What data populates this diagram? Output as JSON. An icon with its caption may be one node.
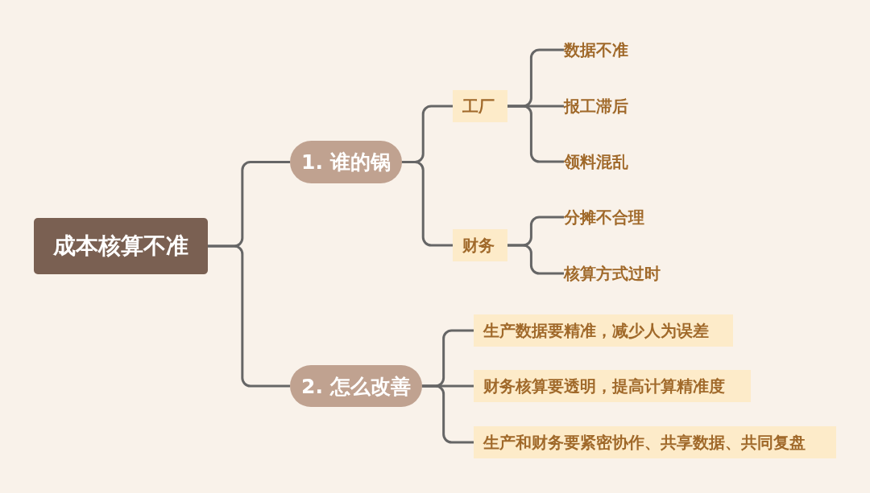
{
  "diagram": {
    "nodes": [
      {
        "text": [
          "成本核算不准"
        ]
      },
      {
        "text": [
          "1. 谁的锅"
        ]
      },
      {
        "text": [
          "工厂"
        ]
      },
      {
        "text": [
          "数据不准"
        ]
      },
      {
        "text": [
          "报工滞后"
        ]
      },
      {
        "text": [
          "领料混乱"
        ]
      },
      {
        "text": [
          "财务"
        ]
      },
      {
        "text": [
          "分摊不合理"
        ]
      },
      {
        "text": [
          "核算方式过时"
        ]
      },
      {
        "text": [
          "2. 怎么改善"
        ]
      },
      {
        "text": [
          "生产数据要精准，减少人为误差"
        ]
      },
      {
        "text": [
          "财务核算要透明，提高计算精准度"
        ]
      },
      {
        "text": [
          "生产和财务要紧密协作、共享数据、共同复盘"
        ]
      }
    ],
    "edges": [
      {
        "from": 0,
        "to": 1,
        "arrow": "none"
      },
      {
        "from": 0,
        "to": 9,
        "arrow": "none"
      },
      {
        "from": 1,
        "to": 2,
        "arrow": "none"
      },
      {
        "from": 1,
        "to": 6,
        "arrow": "none"
      },
      {
        "from": 2,
        "to": 3,
        "arrow": "none"
      },
      {
        "from": 2,
        "to": 4,
        "arrow": "none"
      },
      {
        "from": 2,
        "to": 5,
        "arrow": "none"
      },
      {
        "from": 6,
        "to": 7,
        "arrow": "none"
      },
      {
        "from": 6,
        "to": 8,
        "arrow": "none"
      },
      {
        "from": 9,
        "to": 10,
        "arrow": "none"
      },
      {
        "from": 9,
        "to": 11,
        "arrow": "none"
      },
      {
        "from": 9,
        "to": 12,
        "arrow": "none"
      }
    ]
  }
}
